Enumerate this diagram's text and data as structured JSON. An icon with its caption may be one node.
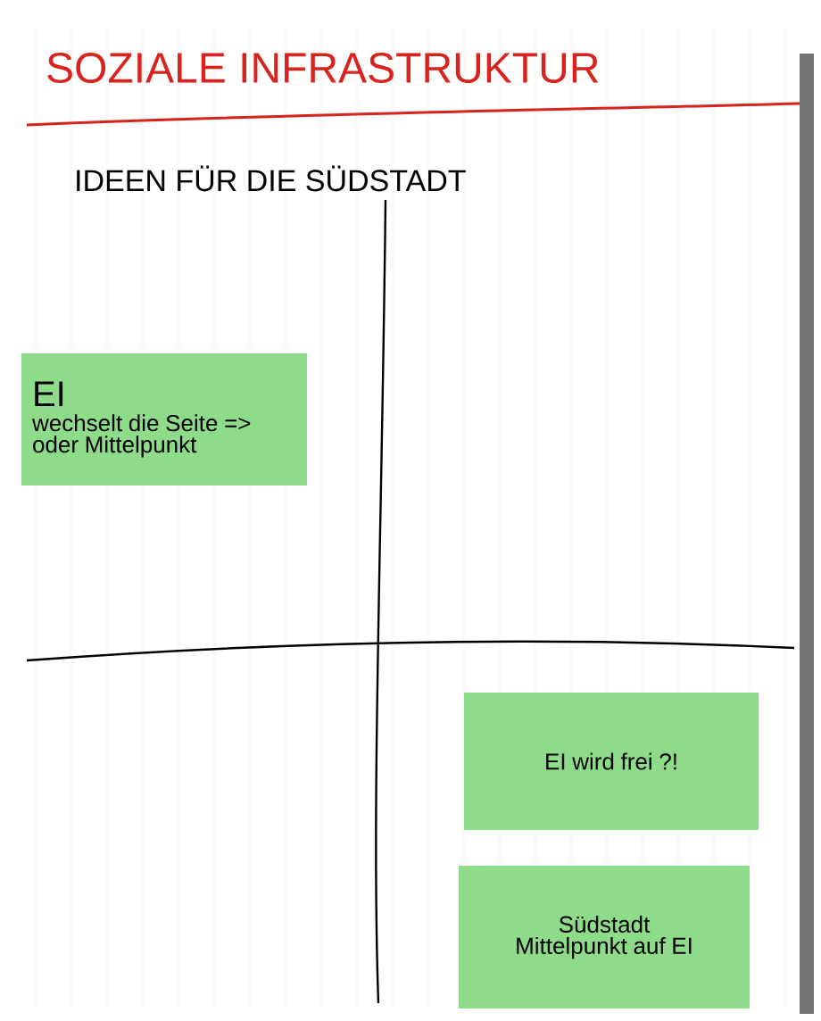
{
  "diagram": {
    "title": "SOZIALE INFRASTRUKTUR",
    "nodes": [
      {
        "text": [
          "EI",
          "wechselt die Seite => oder Mittelpunkt"
        ]
      },
      {
        "text": [
          "EI wird frei ?!"
        ]
      },
      {
        "text": [
          "Südstadt Mittelpunkt auf EI"
        ]
      }
    ],
    "labels": [
      "IDEEN FÜR DIE SÜDSTADT"
    ]
  }
}
